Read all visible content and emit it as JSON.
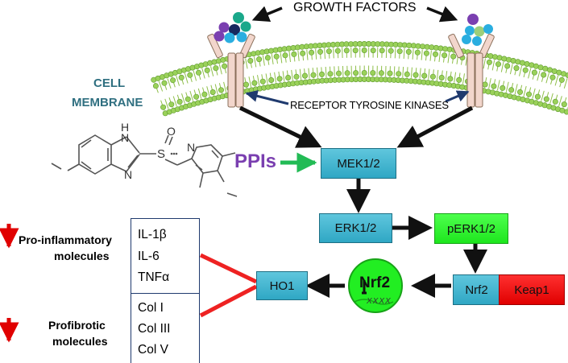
{
  "title": "GROWTH FACTORS",
  "membrane_label_line1": "CELL",
  "membrane_label_line2": "MEMBRANE",
  "receptor_label": "RECEPTOR TYROSINE KINASES",
  "drug_label": "PPIs",
  "nodes": {
    "mek": "MEK1/2",
    "erk": "ERK1/2",
    "perk": "pERK1/2",
    "nrf2": "Nrf2",
    "keap1": "Keap1",
    "ho1": "HO1",
    "nrf2_nucleus": "Nrf2",
    "nrf2_dna": "XXXX"
  },
  "inflammatory": {
    "label_line1": "Pro-inflammatory",
    "label_line2": "molecules",
    "items": [
      "IL-1β",
      "IL-6",
      "TNFα"
    ]
  },
  "fibrotic": {
    "label_line1": "Profibrotic",
    "label_line2": "molecules",
    "items": [
      "Col I",
      "Col III",
      "Col V"
    ]
  },
  "molecule_atoms": {
    "h": "H",
    "n1": "N",
    "n2": "N",
    "s": "S",
    "o": "O",
    "n3": "N"
  },
  "colors": {
    "blue_box": "#3fb5d1",
    "green_box": "#22ee22",
    "red_box": "#ee1111",
    "membrane_label": "#2f6f80",
    "drug_label": "#7a3fb0",
    "arrow_green": "#22bb55",
    "inhibit_red": "#ee2222"
  }
}
